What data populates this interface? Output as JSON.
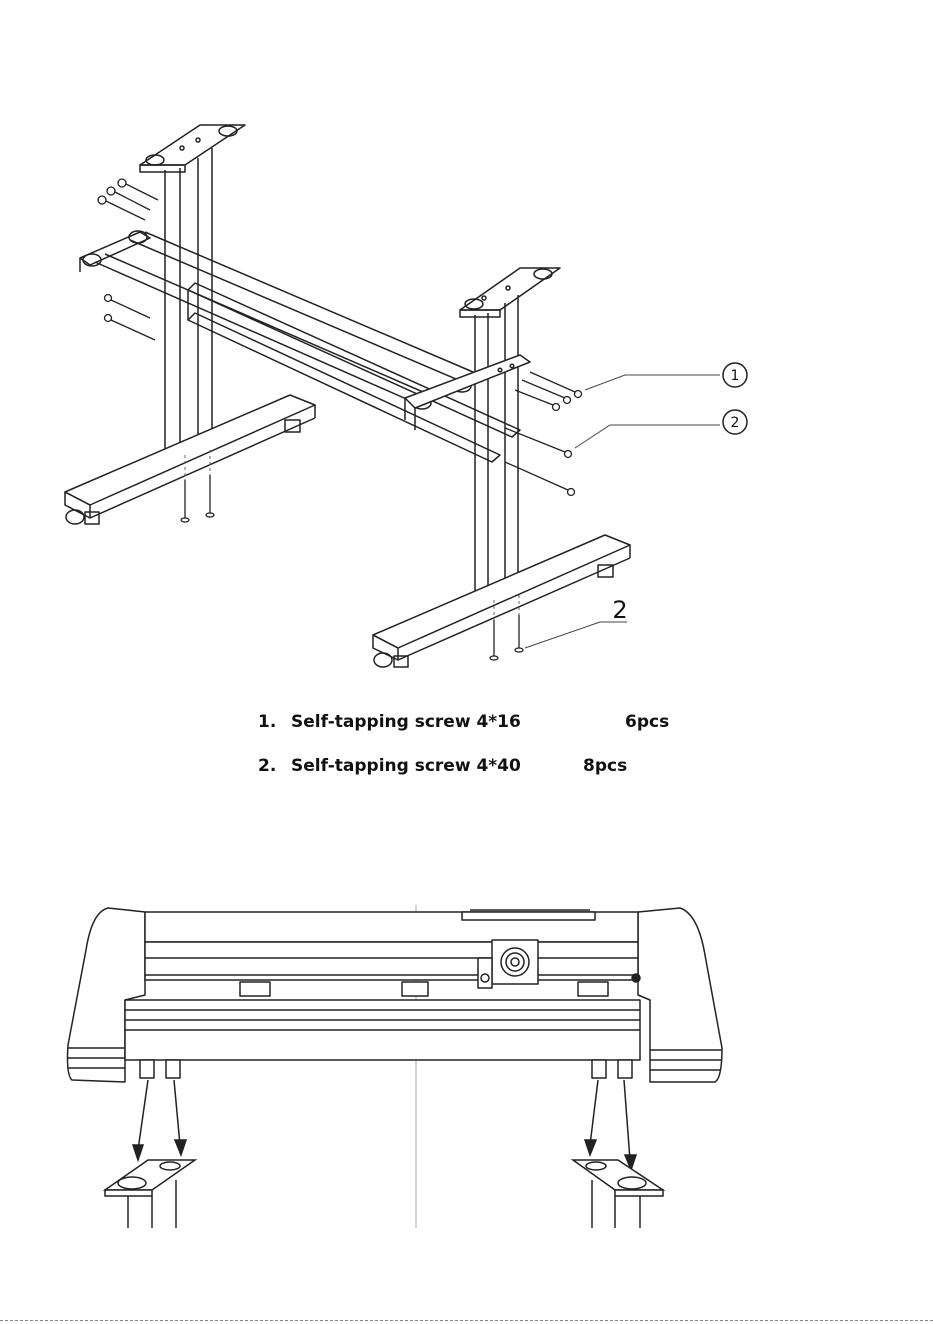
{
  "callouts": {
    "c1": "1",
    "c2": "2",
    "c3": "2"
  },
  "parts": [
    {
      "num": "1.",
      "desc": "Self-tapping screw 4*16",
      "qty": "6pcs"
    },
    {
      "num": "2.",
      "desc": "Self-tapping screw 4*40",
      "qty": "8pcs"
    }
  ]
}
